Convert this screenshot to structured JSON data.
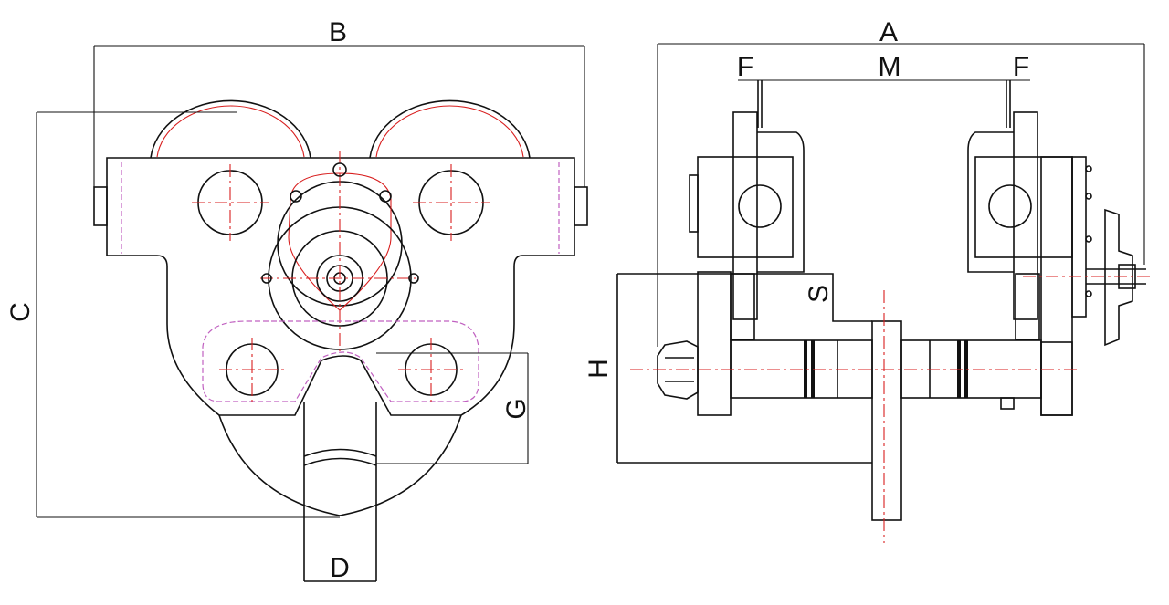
{
  "labels": {
    "a": "A",
    "b": "B",
    "c": "C",
    "d": "D",
    "f_left": "F",
    "f_right": "F",
    "g": "G",
    "h": "H",
    "m": "M",
    "s": "S"
  },
  "colors": {
    "outline": "#111111",
    "centerline": "#d81e1e",
    "hidden_line": "#c060c0"
  }
}
